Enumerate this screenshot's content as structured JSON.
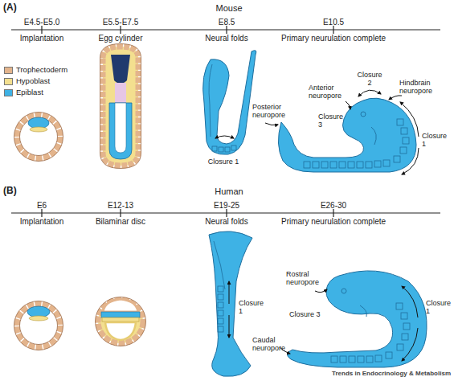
{
  "diagram": {
    "labels": [
      "(A)",
      "Mouse",
      "E4.5-E5.0",
      "E5.5-E7.5",
      "E8.5",
      "E10.5",
      "Implantation",
      "Egg cylinder",
      "Neural folds",
      "Primary neurulation complete",
      "Closure 2",
      "Anterior neuropore",
      "Hindbrain neuropore",
      "Closure 3",
      "Posterior neuropore",
      "Closure 1",
      "Closure 1",
      "(B)",
      "Human",
      "E6",
      "E12-13",
      "E19-25",
      "E26-30",
      "Implantation",
      "Bilaminar disc",
      "Neural folds",
      "Primary neurulation complete",
      "Rostral neuropore",
      "Closure 1",
      "Closure 1",
      "Closure 3",
      "Caudal neuropore",
      "Trends in Endocrinology & Metabolism"
    ],
    "legend": [
      {
        "text": "Trophectoderm",
        "color": "#e3b48c"
      },
      {
        "text": "Hypoblast",
        "color": "#f3df8f"
      },
      {
        "text": "Epiblast",
        "color": "#3eb2e5"
      }
    ]
  }
}
